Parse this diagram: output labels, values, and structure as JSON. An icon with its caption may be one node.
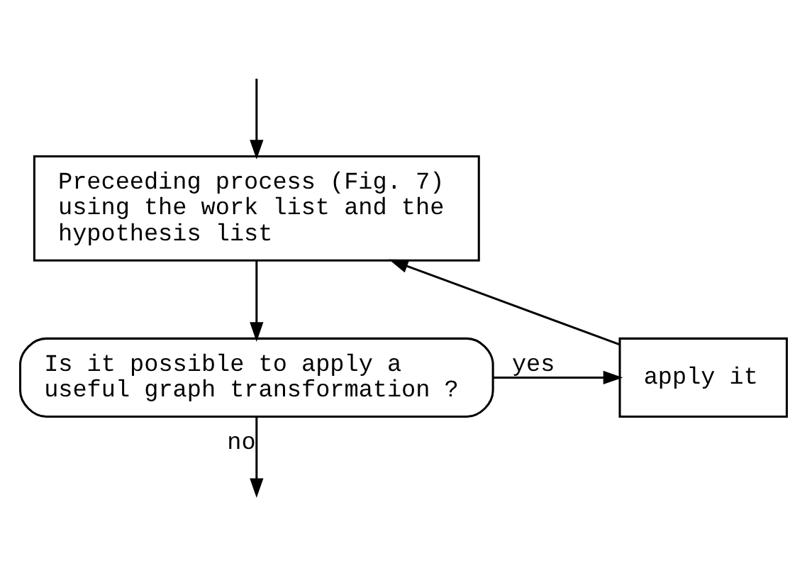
{
  "diagram": {
    "nodes": [
      {
        "text": [
          "Preceeding process (Fig. 7) using the work list and the hypothesis list"
        ]
      },
      {
        "text": [
          "Is it possible to apply a useful graph transformation ?"
        ]
      },
      {
        "text": [
          "apply it"
        ]
      }
    ],
    "edges": [
      {
        "from": null,
        "to": 0,
        "arrow": "to"
      },
      {
        "from": 0,
        "to": 1,
        "arrow": "to"
      },
      {
        "from": 1,
        "to": 2,
        "arrow": "to",
        "label": "yes"
      },
      {
        "from": 2,
        "to": 0,
        "arrow": "to"
      },
      {
        "from": 1,
        "to": null,
        "arrow": "to",
        "label": "no"
      }
    ]
  }
}
